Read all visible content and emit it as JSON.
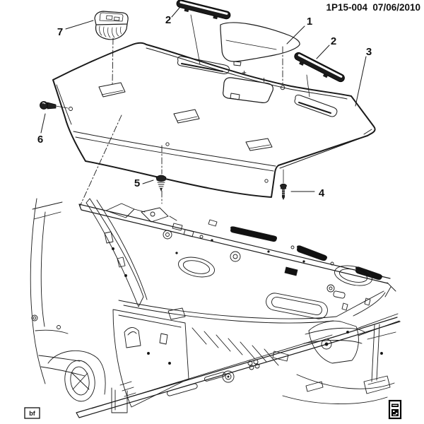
{
  "header": {
    "part_number": "1P15-004",
    "date": "07/06/2010"
  },
  "callouts": [
    "1",
    "2",
    "2",
    "3",
    "4",
    "5",
    "6",
    "7"
  ],
  "footer": {
    "sheet_code": "bf",
    "stamp_icon": "print-stamp-icon"
  }
}
